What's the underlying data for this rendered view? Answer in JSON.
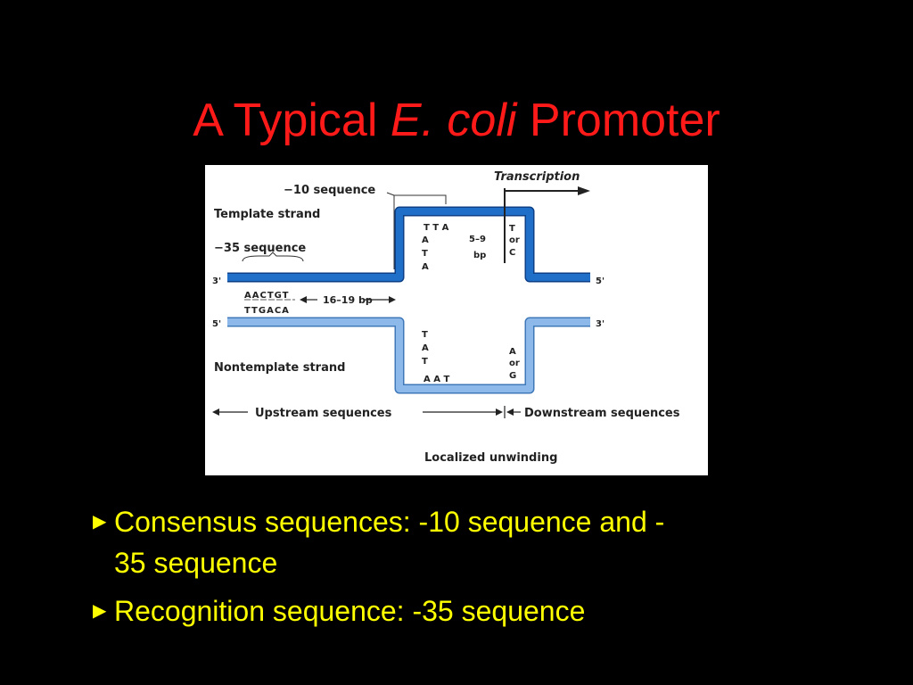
{
  "slide": {
    "title_prefix": "A Typical ",
    "title_italic": "E. coli",
    "title_suffix": " Promoter",
    "title_color": "#ff1a1a",
    "bullet_color": "#ffff00",
    "bullet_icon": "right-triangle-bullet-icon"
  },
  "figure": {
    "template_color": "#1f6fc8",
    "nontemplate_color": "#8db9ea",
    "labels": {
      "minus10": "−10 sequence",
      "template_strand": "Template strand",
      "minus35": "−35 sequence",
      "transcription": "Transcription",
      "left3": "3'",
      "right5": "5'",
      "left5": "5'",
      "right3": "3'",
      "spacer": "16–19 bp",
      "nontemplate_strand": "Nontemplate strand",
      "upstream": "Upstream sequences",
      "downstream": "Downstream sequences",
      "unwinding": "Localized unwinding"
    },
    "sequences": {
      "minus35_top": "AACTGT",
      "minus35_bottom": "TTGACA",
      "tta": "T T A",
      "template_a1": "A",
      "template_t": "T",
      "template_a2": "A",
      "bp_range": "5–9",
      "bp_unit": "bp",
      "t_or_c_1": "T",
      "t_or_c_2": "or",
      "t_or_c_3": "C",
      "nt_t1": "T",
      "nt_a": "A",
      "nt_t2": "T",
      "aat": "A A T",
      "a_or_g_1": "A",
      "a_or_g_2": "or",
      "a_or_g_3": "G"
    }
  },
  "bullets": [
    {
      "line1": "Consensus sequences:  -10 sequence and -",
      "line2": "35 sequence"
    },
    {
      "line1": "Recognition sequence:  -35 sequence",
      "line2": ""
    }
  ]
}
